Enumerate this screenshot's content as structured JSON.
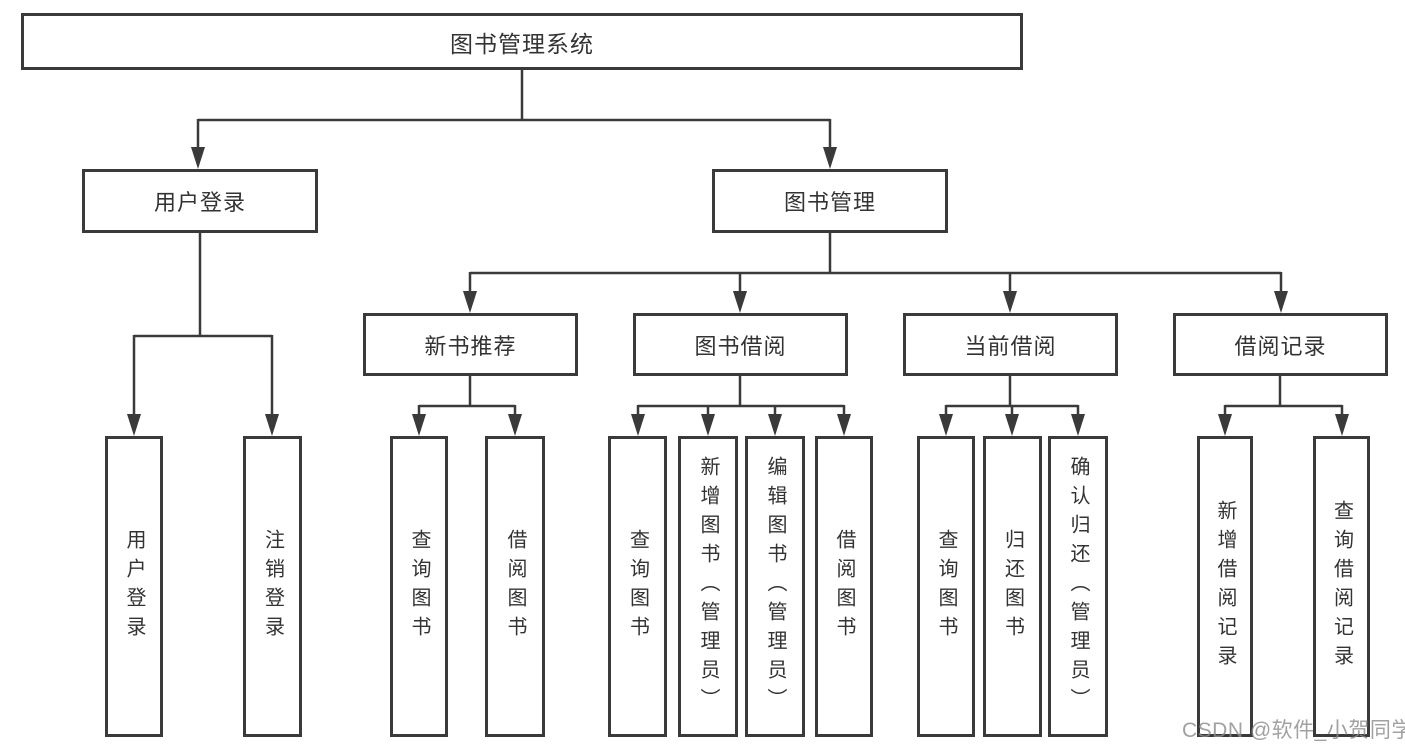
{
  "diagram": {
    "root": {
      "label": "图书管理系统"
    },
    "level2": [
      {
        "id": "user-login",
        "label": "用户登录"
      },
      {
        "id": "book-management",
        "label": "图书管理"
      }
    ],
    "level3": [
      {
        "id": "new-book-recommend",
        "label": "新书推荐"
      },
      {
        "id": "book-borrowing",
        "label": "图书借阅"
      },
      {
        "id": "current-borrowing",
        "label": "当前借阅"
      },
      {
        "id": "borrowing-records",
        "label": "借阅记录"
      }
    ],
    "leaves": [
      {
        "id": "user-login-leaf",
        "label": "用户登录"
      },
      {
        "id": "logout",
        "label": "注销登录"
      },
      {
        "id": "recommend-query-books",
        "label": "查询图书"
      },
      {
        "id": "recommend-borrow-books",
        "label": "借阅图书"
      },
      {
        "id": "borrowing-query-books",
        "label": "查询图书"
      },
      {
        "id": "add-books-admin",
        "label": "新增图书（管理员）"
      },
      {
        "id": "edit-books-admin",
        "label": "编辑图书（管理员）"
      },
      {
        "id": "borrowing-borrow-books",
        "label": "借阅图书"
      },
      {
        "id": "current-query-books",
        "label": "查询图书"
      },
      {
        "id": "return-books",
        "label": "归还图书"
      },
      {
        "id": "confirm-return-admin",
        "label": "确认归还（管理员）"
      },
      {
        "id": "add-borrow-record",
        "label": "新增借阅记录"
      },
      {
        "id": "query-borrow-record",
        "label": "查询借阅记录"
      }
    ]
  },
  "watermark": {
    "text": "CSDN @软件_小贺同学"
  },
  "colors": {
    "line": "#3a3a3a",
    "text": "#333333",
    "watermark": "#8c8c8c",
    "background": "#ffffff"
  }
}
